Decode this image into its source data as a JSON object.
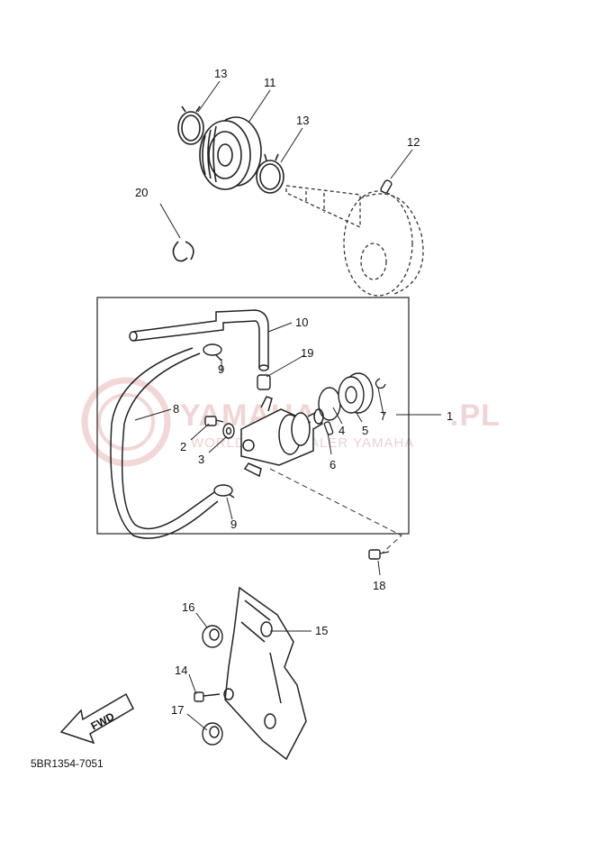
{
  "watermark": {
    "brand": "YAMAHA",
    "site_suffix": ".PL",
    "tagline": "WORLDWIDE DEALER YAMAHA",
    "hidden_text": "DEALER"
  },
  "direction_arrow": "FWD",
  "part_code": "5BR1354-7051",
  "callouts": {
    "c1": "1",
    "c2": "2",
    "c3": "3",
    "c4": "4",
    "c5": "5",
    "c6": "6",
    "c7": "7",
    "c8": "8",
    "c9a": "9",
    "c9b": "9",
    "c10": "10",
    "c11": "11",
    "c12": "12",
    "c13a": "13",
    "c13b": "13",
    "c14": "14",
    "c15": "15",
    "c16": "16",
    "c17": "17",
    "c18": "18",
    "c19": "19",
    "c20": "20"
  }
}
